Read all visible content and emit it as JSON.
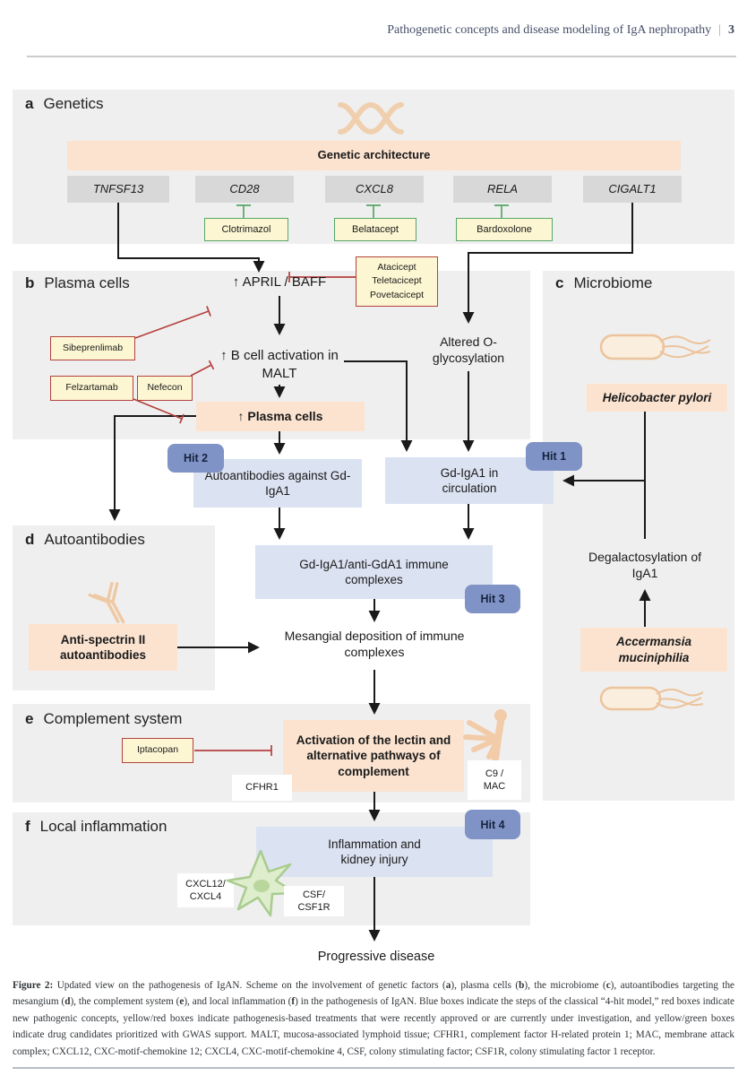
{
  "header": {
    "title": "Pathogenetic concepts and disease modeling of IgA nephropathy",
    "separator": "|",
    "page_number": "3"
  },
  "panels": {
    "a": {
      "letter": "a",
      "label": "Genetics"
    },
    "b": {
      "letter": "b",
      "label": "Plasma cells"
    },
    "c": {
      "letter": "c",
      "label": "Microbiome"
    },
    "d": {
      "letter": "d",
      "label": "Autoantibodies"
    },
    "e": {
      "letter": "e",
      "label": "Complement system"
    },
    "f": {
      "letter": "f",
      "label": "Local inflammation"
    }
  },
  "genetics": {
    "architecture_label": "Genetic architecture",
    "genes": [
      "TNFSF13",
      "CD28",
      "CXCL8",
      "RELA",
      "CIGALT1"
    ],
    "drugs": [
      "Clotrimazol",
      "Belatacept",
      "Bardoxolone"
    ]
  },
  "plasma": {
    "april_baff": "↑ APRIL / BAFF",
    "atacicept_lines": [
      "Atacicept",
      "Teletacicept",
      "Povetacicept"
    ],
    "sibeprenlimab": "Sibeprenlimab",
    "felzartamab": "Felzartamab",
    "nefecon": "Nefecon",
    "b_cell_activation": "↑ B cell activation in MALT",
    "plasma_cells": "↑ Plasma cells",
    "altered_glycosylation": "Altered O-glycosylation"
  },
  "hits": {
    "hit1": "Hit 1",
    "hit2": "Hit 2",
    "hit3": "Hit 3",
    "hit4": "Hit 4"
  },
  "cascade": {
    "autoantibodies": "Autoantibodies against Gd-IgA1",
    "gd_iga1_circulation": "Gd-IgA1 in circulation",
    "immune_complexes": "Gd-IgA1/anti-GdA1 immune complexes",
    "mesangial_deposition": "Mesangial deposition of immune complexes",
    "complement_activation": "Activation of the lectin and alternative pathways of complement",
    "inflammation": "Inflammation and kidney injury",
    "progressive_disease": "Progressive disease"
  },
  "microbiome": {
    "helicobacter": "Helicobacter pylori",
    "degalactosylation": "Degalactosylation of IgA1",
    "accermansia": "Accermansia muciniphilia"
  },
  "autoantibodies_panel": {
    "anti_spectrin": "Anti-spectrin II autoantibodies"
  },
  "complement_panel": {
    "iptacopan": "Iptacopan",
    "cfhr1": "CFHR1",
    "c9_mac_lines": [
      "C9 /",
      "MAC"
    ]
  },
  "inflammation_panel": {
    "cxcl_lines": [
      "CXCL12/",
      "CXCL4"
    ],
    "csf_lines": [
      "CSF/",
      "CSF1R"
    ]
  },
  "caption": {
    "segments": [
      {
        "text": "Figure 2: ",
        "bold": true
      },
      {
        "text": "Updated view on the pathogenesis of IgAN. Scheme on the involvement of genetic factors (",
        "bold": false
      },
      {
        "text": "a",
        "bold": true
      },
      {
        "text": "), plasma cells (",
        "bold": false
      },
      {
        "text": "b",
        "bold": true
      },
      {
        "text": "), the microbiome (",
        "bold": false
      },
      {
        "text": "c",
        "bold": true
      },
      {
        "text": "), autoantibodies targeting the mesangium (",
        "bold": false
      },
      {
        "text": "d",
        "bold": true
      },
      {
        "text": "), the complement system (",
        "bold": false
      },
      {
        "text": "e",
        "bold": true
      },
      {
        "text": "), and local inflammation (",
        "bold": false
      },
      {
        "text": "f",
        "bold": true
      },
      {
        "text": ") in the pathogenesis of IgAN. Blue boxes indicate the steps of the classical “4-hit model,” red boxes indicate new pathogenic concepts, yellow/red boxes indicate pathogenesis-based treatments that were recently approved or are currently under investigation, and yellow/green boxes indicate drug candidates prioritized with GWAS support. MALT, mucosa-associated lymphoid tissue; CFHR1, complement factor H-related protein 1; MAC, membrane attack complex; CXCL12, CXC-motif-chemokine 12; CXCL4, CXC-motif-chemokine 4, CSF, colony stimulating factor; CSF1R, colony stimulating factor 1 receptor.",
        "bold": false
      }
    ]
  },
  "colors": {
    "panel_background": "#f0efef",
    "peach_box": "#fbe3d0",
    "blue_box": "#dbe2f1",
    "hit_badge": "#8093c6",
    "yellow_box": "#fcf6d2",
    "red_border": "#b4413e",
    "green_border": "#55a868",
    "gene_box": "#d8d8d8",
    "arrow_black": "#1a1a1a",
    "red_line": "#b4413e",
    "icon_peach": "#eec9a4",
    "cell_green": "#a9cc8f"
  }
}
